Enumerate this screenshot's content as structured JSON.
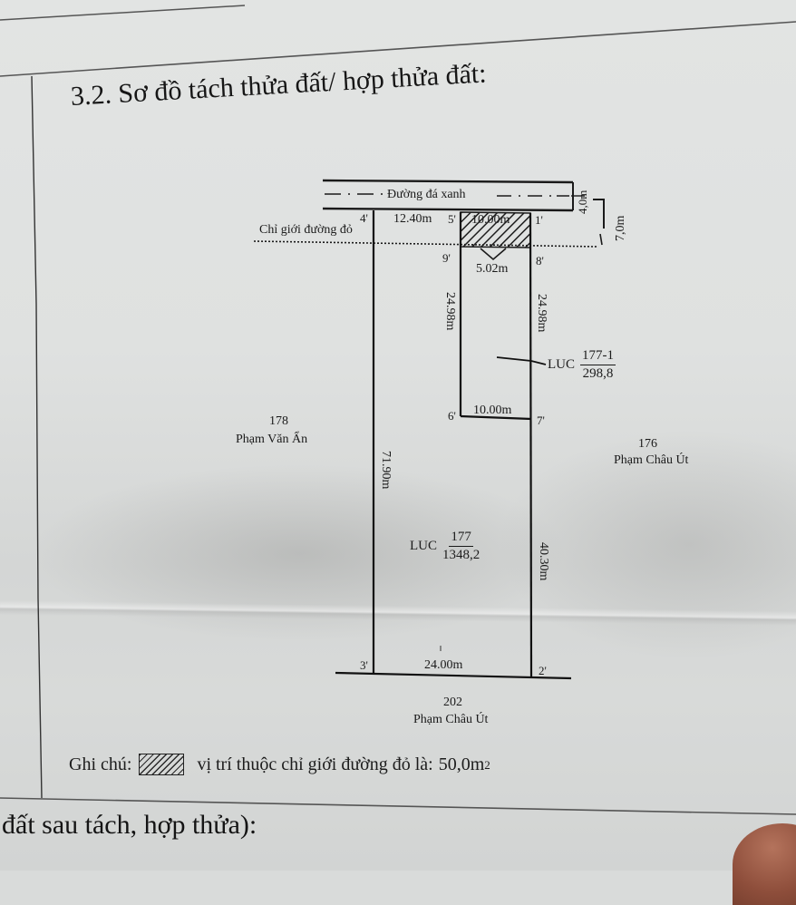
{
  "document": {
    "section_title": "3.2. Sơ đồ tách thửa đất/ hợp thửa đất:",
    "footer_text": "đất sau tách, hợp thửa):"
  },
  "diagram": {
    "road": {
      "name": "Đường đá xanh",
      "width_label": "4,0m",
      "setback_label": "7,0m",
      "red_boundary_label": "Chỉ giới đường đỏ"
    },
    "points": [
      "1'",
      "2'",
      "3'",
      "4'",
      "5'",
      "6'",
      "7'",
      "8'",
      "9'"
    ],
    "dimensions": {
      "edge_4_5": "12.40m",
      "edge_5_1": "10.00m",
      "edge_9_8": "5.02m",
      "edge_9_6": "24.98m",
      "edge_8_7": "24.98m",
      "edge_6_7": "10.00m",
      "edge_4_3": "71.90m",
      "edge_7_2": "40.30m",
      "edge_3_2": "24.00m"
    },
    "parcels": [
      {
        "land_type": "LUC",
        "number": "177-1",
        "area": "298,8"
      },
      {
        "land_type": "LUC",
        "number": "177",
        "area": "1348,2"
      }
    ],
    "neighbors": [
      {
        "number": "178",
        "owner": "Phạm Văn Ẩn",
        "side": "west"
      },
      {
        "number": "176",
        "owner": "Phạm Châu Út",
        "side": "east"
      },
      {
        "number": "202",
        "owner": "Phạm Châu Út",
        "side": "south"
      }
    ]
  },
  "legend": {
    "label": "Ghi chú:",
    "description": "vị trí thuộc chỉ giới đường đỏ là:",
    "area_value": "50,0m",
    "area_exponent": "2"
  }
}
